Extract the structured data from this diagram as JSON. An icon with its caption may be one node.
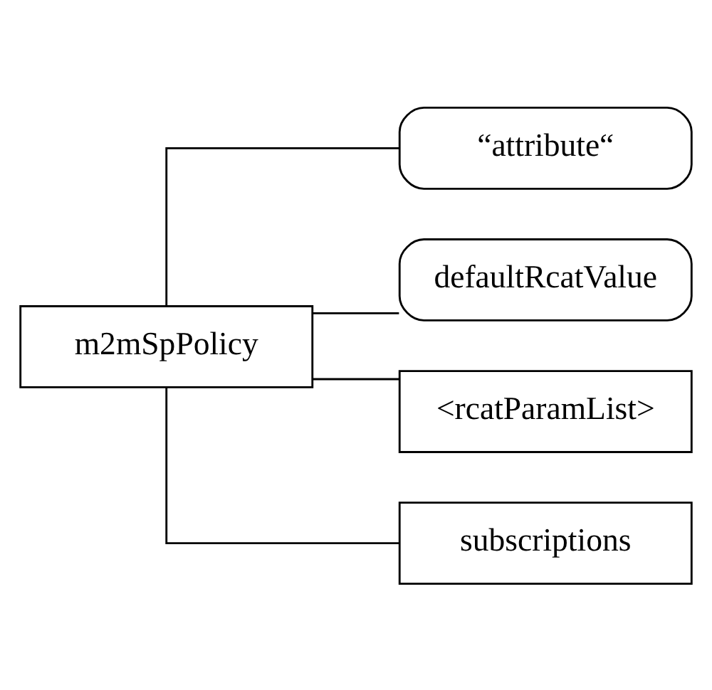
{
  "diagram": {
    "nodes": [
      {
        "text": [
          "m2mSpPolicy"
        ]
      },
      {
        "text": [
          "“attribute“"
        ]
      },
      {
        "text": [
          "defaultRcatValue"
        ]
      },
      {
        "text": [
          "<rcatParamList>"
        ]
      },
      {
        "text": [
          "subscriptions"
        ]
      }
    ],
    "edges": [
      {
        "from": 0,
        "to": 1,
        "arrow": "none"
      },
      {
        "from": 0,
        "to": 2,
        "arrow": "none"
      },
      {
        "from": 0,
        "to": 3,
        "arrow": "none"
      },
      {
        "from": 0,
        "to": 4,
        "arrow": "none"
      }
    ]
  }
}
